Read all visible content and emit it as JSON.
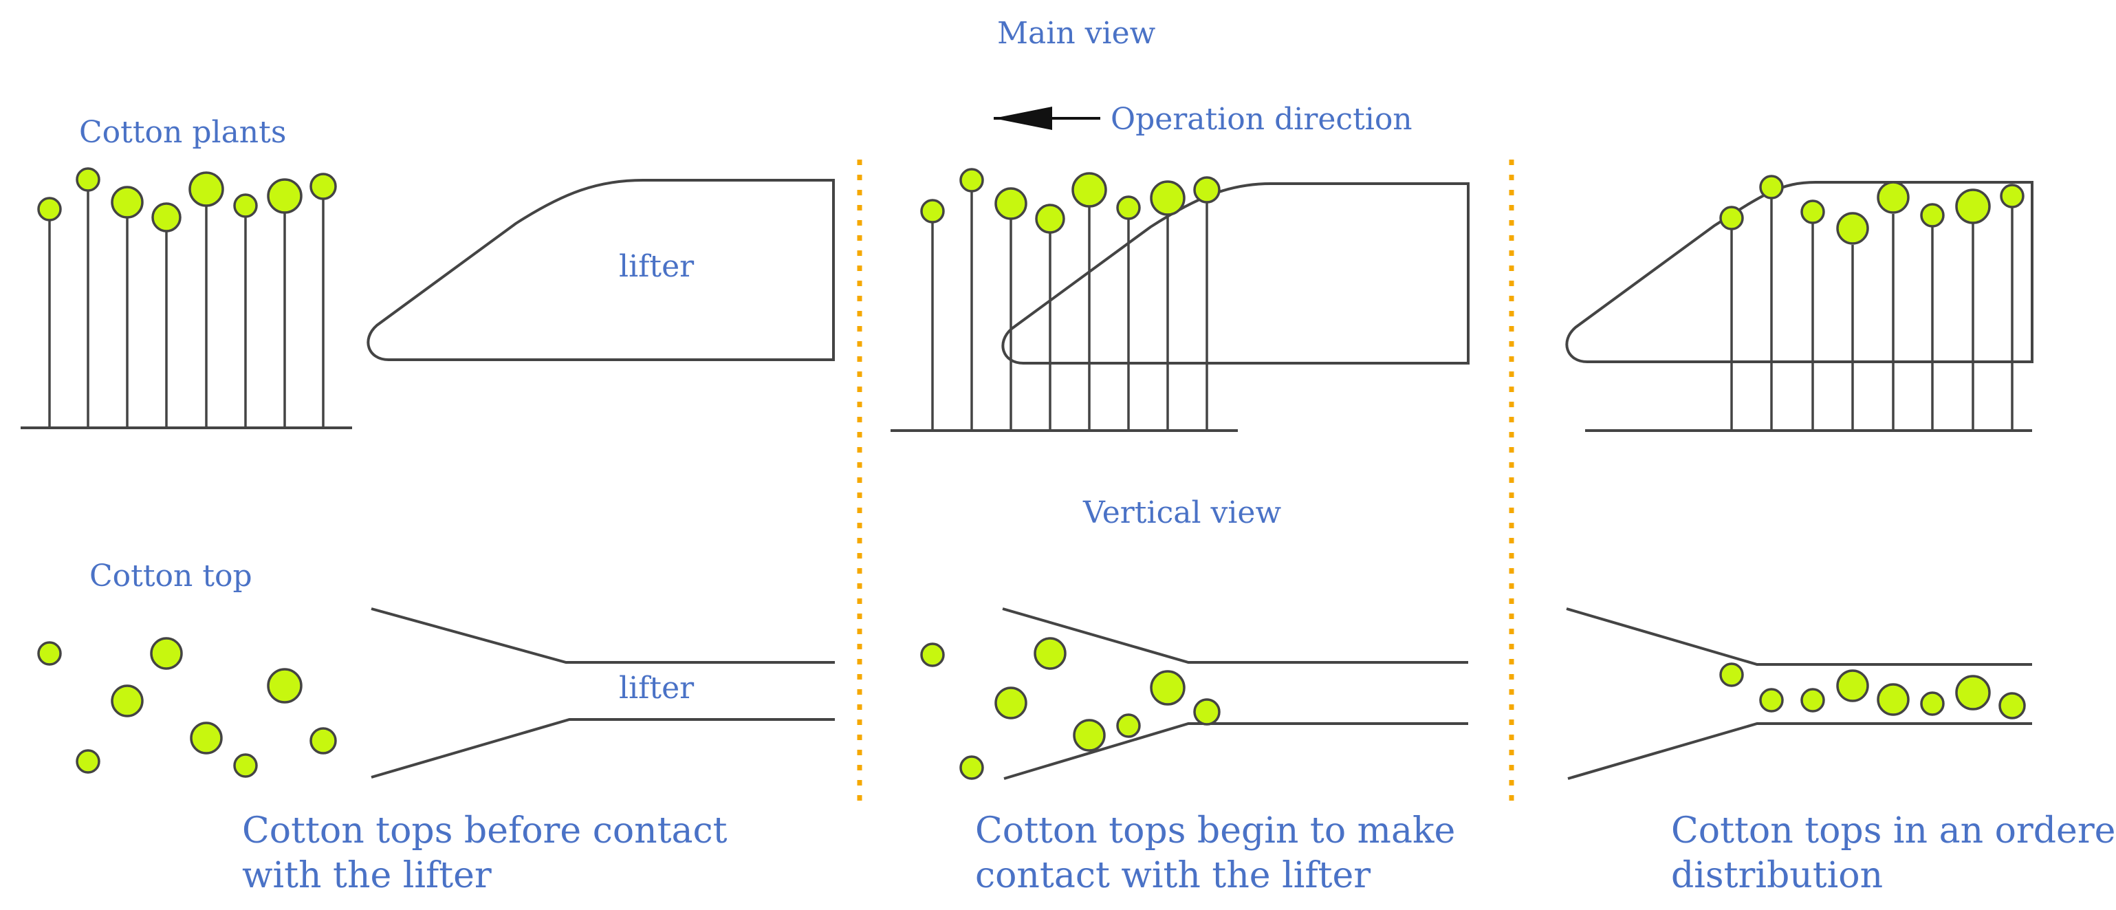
{
  "labels": {
    "main_view": "Main view",
    "operation_direction": "Operation direction",
    "cotton_plants": "Cotton plants",
    "lifter_main": "lifter",
    "vertical_view": "Vertical view",
    "cotton_top": "Cotton top",
    "lifter_vertical": "lifter"
  },
  "captions": {
    "panel1": [
      "Cotton tops before contact",
      "with the lifter"
    ],
    "panel2": [
      "Cotton tops begin to make",
      "contact with the lifter"
    ],
    "panel3": [
      "Cotton tops in an ordered",
      "distribution"
    ]
  },
  "colors": {
    "text": "#4a72c6",
    "boll_fill": "#c7f70f",
    "line": "#444444",
    "divider": "#f5a800"
  }
}
